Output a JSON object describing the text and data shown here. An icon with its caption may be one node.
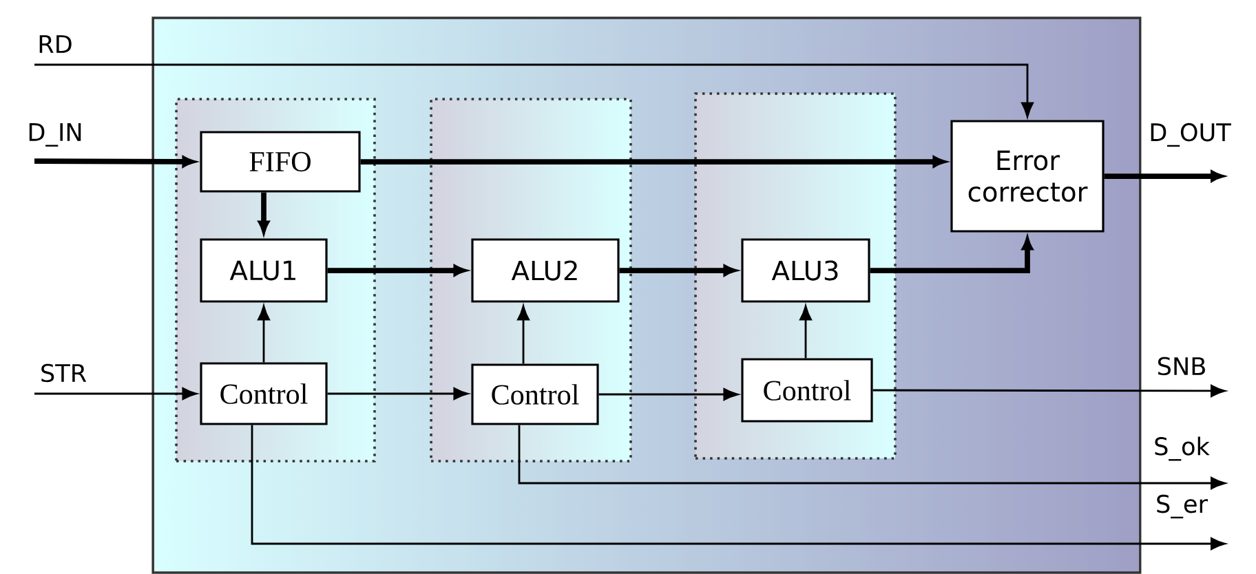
{
  "diagram": {
    "nodes": [
      {
        "text": [],
        "shape": "box"
      },
      {
        "text": [],
        "shape": "box",
        "in": 0
      },
      {
        "text": [],
        "shape": "box",
        "in": 0
      },
      {
        "text": [],
        "shape": "box",
        "in": 0
      },
      {
        "text": [
          "FIFO"
        ],
        "in": 1
      },
      {
        "text": [
          "ALU1"
        ],
        "in": 1
      },
      {
        "text": [
          "Control"
        ],
        "in": 1
      },
      {
        "text": [
          "ALU2"
        ],
        "in": 2
      },
      {
        "text": [
          "Control"
        ],
        "in": 2
      },
      {
        "text": [
          "ALU3"
        ],
        "in": 3
      },
      {
        "text": [
          "Control"
        ],
        "in": 3
      },
      {
        "text": [
          "Error corrector"
        ],
        "in": 0
      }
    ],
    "edges": [
      {
        "from": null,
        "to": 11,
        "arrow": "to",
        "label": "RD"
      },
      {
        "from": null,
        "to": 4,
        "arrow": "to",
        "label": "D_IN",
        "style": "thick"
      },
      {
        "from": 4,
        "to": 5,
        "arrow": "to",
        "style": "thick"
      },
      {
        "from": 4,
        "to": 11,
        "arrow": "to",
        "style": "thick"
      },
      {
        "from": 5,
        "to": 7,
        "arrow": "to",
        "style": "thick"
      },
      {
        "from": 7,
        "to": 9,
        "arrow": "to",
        "style": "thick"
      },
      {
        "from": 9,
        "to": 11,
        "arrow": "to",
        "style": "thick"
      },
      {
        "from": 11,
        "to": null,
        "arrow": "to",
        "label": "D_OUT",
        "style": "thick"
      },
      {
        "from": null,
        "to": 6,
        "arrow": "to",
        "label": "STR"
      },
      {
        "from": 6,
        "to": 5,
        "arrow": "to"
      },
      {
        "from": 6,
        "to": 8,
        "arrow": "to"
      },
      {
        "from": 8,
        "to": 7,
        "arrow": "to"
      },
      {
        "from": 8,
        "to": 10,
        "arrow": "to"
      },
      {
        "from": 10,
        "to": 9,
        "arrow": "to"
      },
      {
        "from": 10,
        "to": null,
        "arrow": "to",
        "label": "SNB"
      },
      {
        "from": 8,
        "to": null,
        "arrow": "to",
        "label": "S_ok"
      },
      {
        "from": 6,
        "to": null,
        "arrow": "to",
        "label": "S_er"
      }
    ]
  }
}
